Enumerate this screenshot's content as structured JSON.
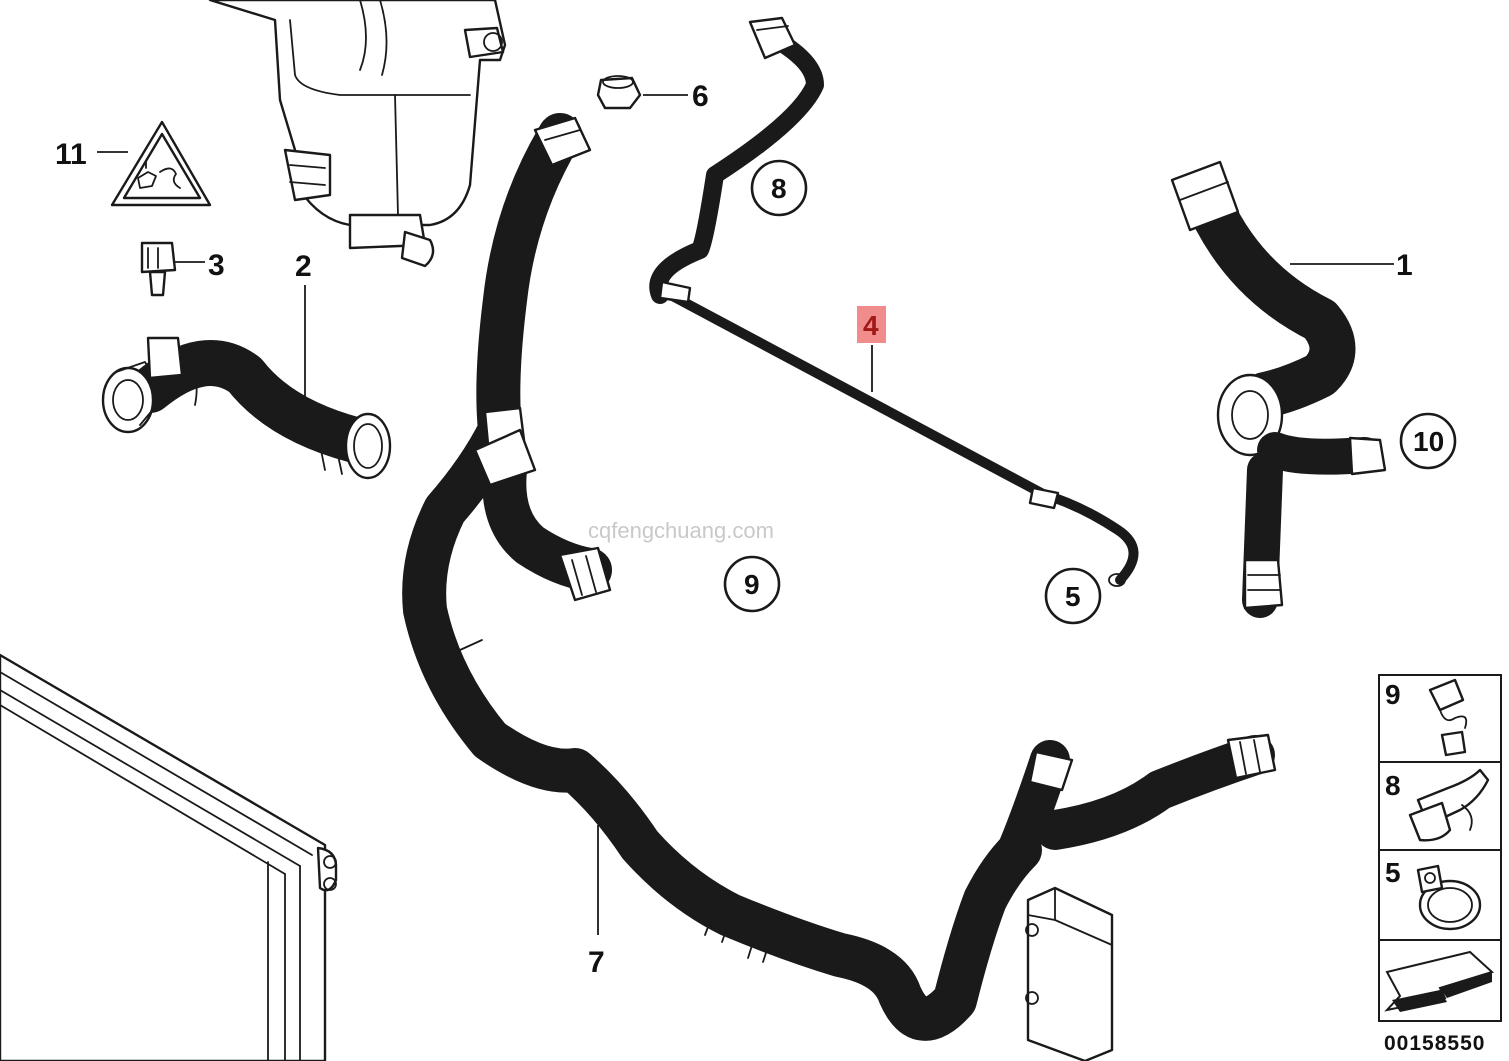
{
  "diagram": {
    "watermark": "cqfengchuang.com",
    "document_id": "00158550",
    "highlight_color": "#f08c8c",
    "callouts": [
      {
        "id": "1",
        "label": "1",
        "style": "plain"
      },
      {
        "id": "2",
        "label": "2",
        "style": "plain"
      },
      {
        "id": "3",
        "label": "3",
        "style": "plain"
      },
      {
        "id": "4",
        "label": "4",
        "style": "highlighted"
      },
      {
        "id": "5",
        "label": "5",
        "style": "circled"
      },
      {
        "id": "6",
        "label": "6",
        "style": "plain"
      },
      {
        "id": "7",
        "label": "7",
        "style": "plain"
      },
      {
        "id": "8",
        "label": "8",
        "style": "circled"
      },
      {
        "id": "9",
        "label": "9",
        "style": "circled"
      },
      {
        "id": "10",
        "label": "10",
        "style": "circled"
      },
      {
        "id": "11",
        "label": "11",
        "style": "plain"
      }
    ],
    "legend": [
      {
        "label": "9",
        "icon": "hose-clip-icon"
      },
      {
        "label": "8",
        "icon": "bracket-clip-icon"
      },
      {
        "label": "5",
        "icon": "hose-clamp-icon"
      }
    ],
    "legend_footer_icon": "direction-arrow-icon",
    "warning_icon": "hot-coolant-warning-icon"
  }
}
